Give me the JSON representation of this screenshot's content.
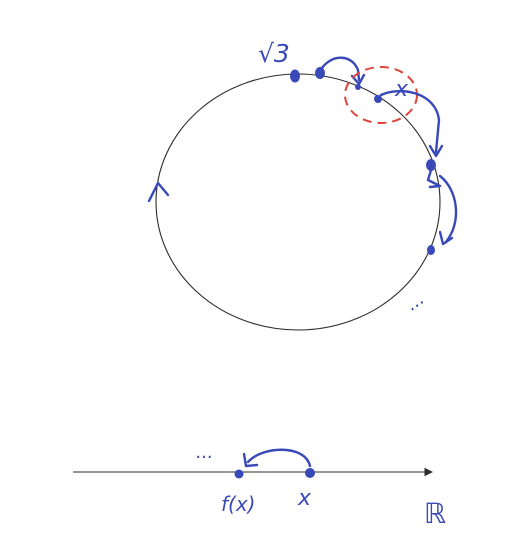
{
  "diagram": {
    "colors": {
      "ink": "#3a49b8",
      "line": "#2b2b2b",
      "highlight": "#e0443b",
      "background": "#ffffff"
    },
    "circle_labels": {
      "top": "√3",
      "x": "x"
    },
    "line_labels": {
      "fx": "f(x)",
      "x": "x",
      "reals": "ℝ"
    },
    "ellipsis": {
      "circle": "...",
      "line": "..."
    }
  }
}
